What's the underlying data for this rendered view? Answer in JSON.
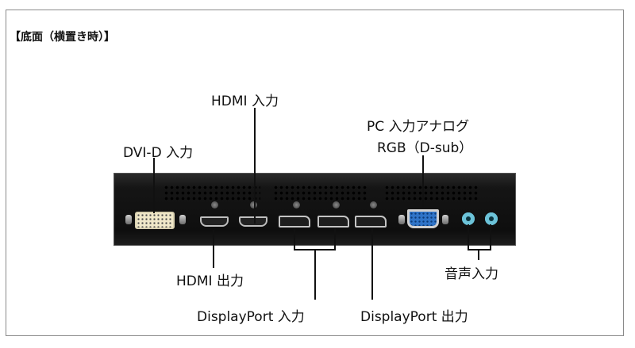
{
  "heading": "【底面（横置き時）】",
  "labels": {
    "dvi_in": "DVI-D 入力",
    "hdmi_in": "HDMI 入力",
    "pc_in_line1": "PC 入力アナログ",
    "pc_in_line2": "RGB（D-sub）",
    "hdmi_out": "HDMI 出力",
    "dp_in": "DisplayPort 入力",
    "dp_out": "DisplayPort 出力",
    "audio_in": "音声入力"
  },
  "colors": {
    "panel": "#151515",
    "vga_port": "#2f74c8",
    "audio_port": "#6cc3d9",
    "dvi_port": "#efe7c8"
  }
}
